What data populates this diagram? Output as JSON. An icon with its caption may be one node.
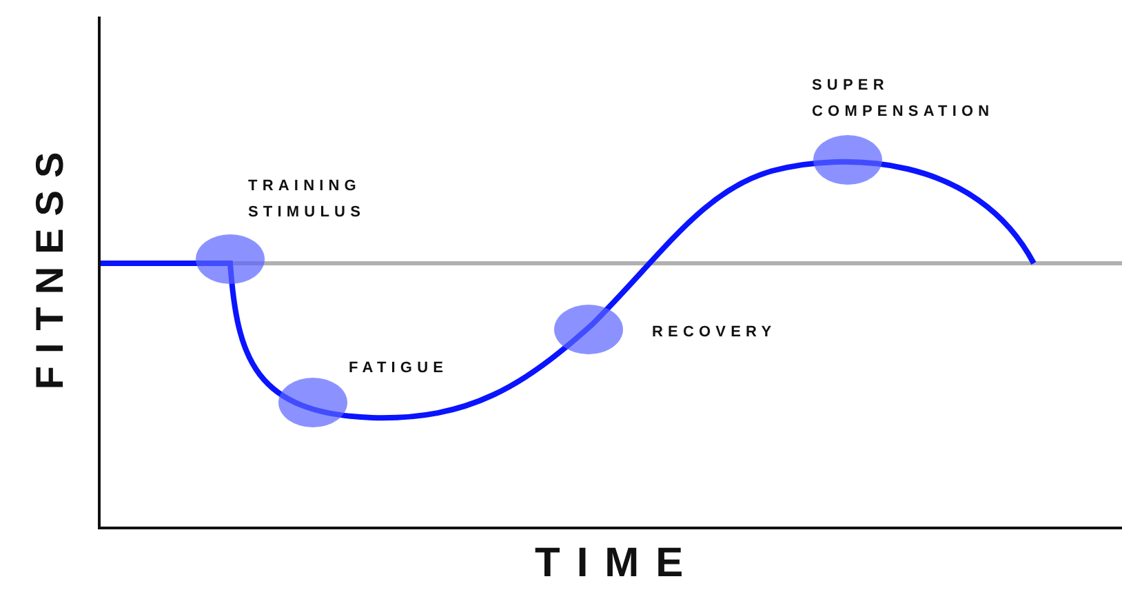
{
  "diagram": {
    "nodes": [
      {
        "text": [],
        "shape": "circle",
        "beside": [
          "TRAINING STIMULUS"
        ]
      },
      {
        "text": [],
        "shape": "circle",
        "beside": [
          "FATIGUE"
        ]
      },
      {
        "text": [],
        "shape": "circle",
        "beside": [
          "RECOVERY"
        ]
      },
      {
        "text": [],
        "shape": "circle",
        "beside": [
          "SUPER COMPENSATION"
        ]
      }
    ],
    "labels": [
      "FITNESS",
      "TIME"
    ]
  }
}
